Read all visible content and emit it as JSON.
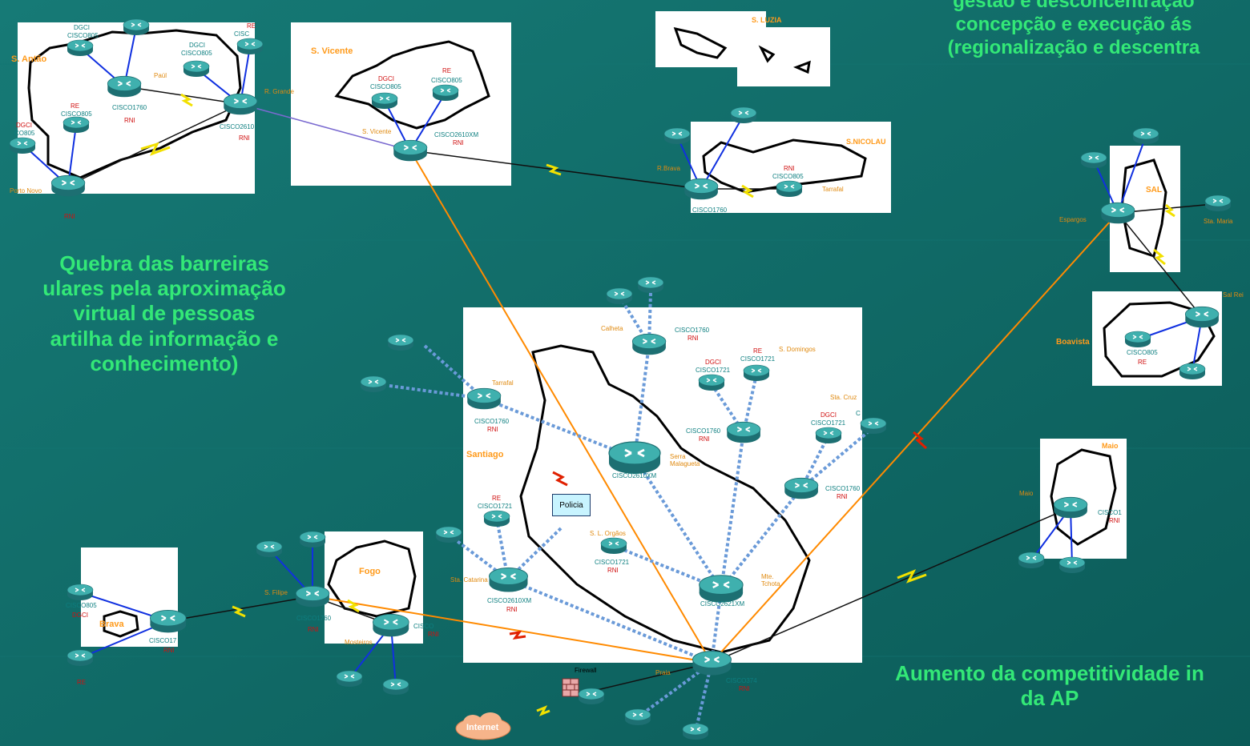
{
  "texts": {
    "top_right": "gestão e desconcentração\nconcepção e execução ás\n(regionalização e descentra",
    "left": "Quebra das barreiras\nulares pela aproximação\nvirtual de pessoas\nartilha de informação e\nconhecimento)",
    "bottom_right": "Aumento da competitividade in\nda AP"
  },
  "islands": {
    "santo_antao": "S. Antão",
    "sao_vicente": "S. Vicente",
    "santa_luzia": "S. LUZIA",
    "sao_nicolau": "S.NICOLAU",
    "sal": "SAL",
    "boavista": "Boavista",
    "santiago": "Santiago",
    "fogo": "Fogo",
    "brava": "Brava",
    "maio": "Maio"
  },
  "places": {
    "paul": "Paúl",
    "r_grande": "R. Grande",
    "porto_novo": "Porto Novo",
    "s_vicente": "S. Vicente",
    "r_brava": "R.Brava",
    "tarrafal_sn": "Tarrafal",
    "espargos": "Espargos",
    "sta_maria": "Sta. Maria",
    "sal_rei": "Sal Rei",
    "calheta": "Calheta",
    "tarrafal": "Tarrafal",
    "s_domingos": "S. Domingos",
    "sta_cruz": "Sta. Cruz",
    "serra_malagueta": "Serra\nMalagueta",
    "s_l_orgaos": "S. L. Orgãos",
    "sta_catarina": "Sta. Catarina",
    "mte_tchota": "Mte.\nTchota",
    "praia": "Praia",
    "s_filipe": "S. Filipe",
    "mosteiros": "Mosteiros",
    "maio": "Maio"
  },
  "labels": {
    "dgci": "DGCI",
    "re": "RE",
    "rni": "RNI",
    "cisco805": "CISCO805",
    "cisco1760": "CISCO1760",
    "cisco1721": "CISCO1721",
    "cisco2610": "CISCO2610",
    "cisco2610xm": "CISCO2610XM",
    "cisco2621xm": "CISCO2621XM",
    "cisco3745": "CISCO374",
    "cisco1760_partial": "CISCO1760",
    "cisco_partial": "CISCO",
    "cisco805_partial": "CO805",
    "cisco1_partial": "CISCO1",
    "cisco17_partial": "CISCO17",
    "cisco_c": "CISC",
    "c": "C",
    "policia": "Policia",
    "firewall": "Firewall",
    "internet": "Internet"
  },
  "colors": {
    "background": "#0f6b68",
    "headline": "#33e877",
    "island_label": "#ff9a1a",
    "router": "#2f9a9a",
    "wan_link": "#f2e000",
    "backbone": "#ff8a00"
  }
}
